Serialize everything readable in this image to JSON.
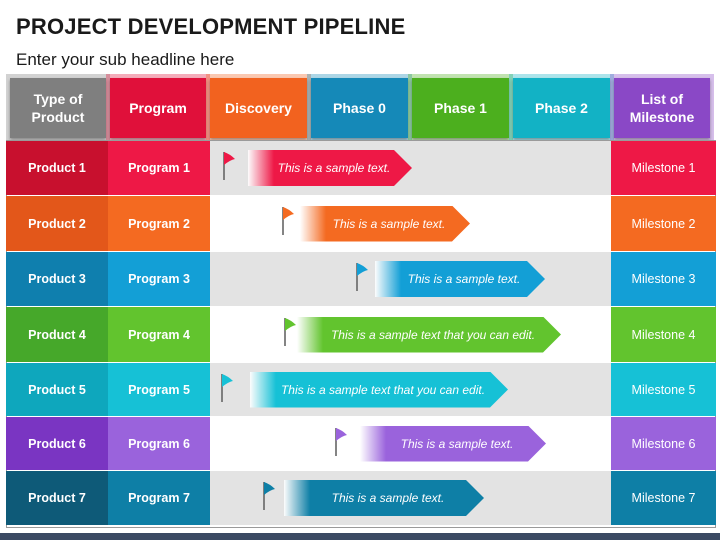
{
  "title": "PROJECT DEVELOPMENT PIPELINE",
  "subtitle": "Enter your sub headline here",
  "headers": [
    {
      "label_line1": "Type of",
      "label_line2": "Product",
      "color": "#7f7f7f"
    },
    {
      "label_line1": "Program",
      "label_line2": "",
      "color": "#e0103a"
    },
    {
      "label_line1": "Discovery",
      "label_line2": "",
      "color": "#f2621f"
    },
    {
      "label_line1": "Phase 0",
      "label_line2": "",
      "color": "#1589b8"
    },
    {
      "label_line1": "Phase 1",
      "label_line2": "",
      "color": "#4caf1e"
    },
    {
      "label_line1": "Phase 2",
      "label_line2": "",
      "color": "#12b2c5"
    },
    {
      "label_line1": "List of",
      "label_line2": "Milestone",
      "color": "#8a48c6"
    }
  ],
  "rows": [
    {
      "product": "Product 1",
      "program": "Program 1",
      "milestone": "Milestone 1",
      "text": "This is a sample text.",
      "product_color": "#c8102e",
      "program_color": "#ee1846",
      "milestone_color": "#ee1846",
      "arrow_color": "#ee1846"
    },
    {
      "product": "Product 2",
      "program": "Program 2",
      "milestone": "Milestone 2",
      "text": "This is a sample text.",
      "product_color": "#e3571a",
      "program_color": "#f46a21",
      "milestone_color": "#f46a21",
      "arrow_color": "#f46a21"
    },
    {
      "product": "Product 3",
      "program": "Program 3",
      "milestone": "Milestone 3",
      "text": "This is a sample text.",
      "product_color": "#0f7fae",
      "program_color": "#139fd6",
      "milestone_color": "#139fd6",
      "arrow_color": "#139fd6"
    },
    {
      "product": "Product 4",
      "program": "Program 4",
      "milestone": "Milestone 4",
      "text": "This is a sample text that you can edit.",
      "product_color": "#46a82a",
      "program_color": "#62c42e",
      "milestone_color": "#62c42e",
      "arrow_color": "#62c42e"
    },
    {
      "product": "Product 5",
      "program": "Program 5",
      "milestone": "Milestone 5",
      "text": "This is a sample text that you can edit.",
      "product_color": "#0ea7bd",
      "program_color": "#16c1d6",
      "milestone_color": "#16c1d6",
      "arrow_color": "#16c1d6"
    },
    {
      "product": "Product 6",
      "program": "Program 6",
      "milestone": "Milestone 6",
      "text": "This is a sample text.",
      "product_color": "#7a35c2",
      "program_color": "#9a63dc",
      "milestone_color": "#9a63dc",
      "arrow_color": "#9a63dc"
    },
    {
      "product": "Product 7",
      "program": "Program 7",
      "milestone": "Milestone 7",
      "text": "This is a sample text.",
      "product_color": "#0e5a78",
      "program_color": "#0e7fa6",
      "milestone_color": "#0e7fa6",
      "arrow_color": "#0e7fa6"
    }
  ]
}
